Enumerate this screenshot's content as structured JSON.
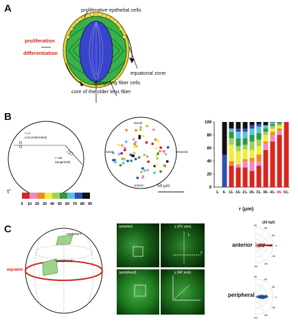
{
  "panel_a": {
    "letter": "A",
    "labels": {
      "epithelial": "proliferative epithelial  cells",
      "proliferation": "proliferation",
      "differentiation": "differentiation",
      "equatorial": "equatorial zone",
      "elongating": "elongating fiber cells",
      "core": "core of the older lens fiber"
    },
    "colors": {
      "red_label": "#d0281e",
      "outer_green": "#37b24a",
      "inner_blue": "#3a44c9",
      "epithelium_yellow": "#e8d33a"
    }
  },
  "panel_b": {
    "letter": "B",
    "schematic": {
      "circ_label": "τ'=0",
      "circ_sub": "(circumferential)",
      "tang_label": "τ'=90",
      "tang_sub": "(tangential)"
    },
    "map": {
      "dorsal": "dorsal",
      "ventral": "ventral",
      "nasal": "nasal",
      "temporal": "temporal",
      "scalebar": "50 μm"
    },
    "colorbar": {
      "title": "τ'",
      "ticks": [
        "0",
        "10",
        "20",
        "30",
        "40",
        "50",
        "60",
        "70",
        "80",
        "90"
      ],
      "colors": [
        "#d6261f",
        "#ec8bc0",
        "#f08a24",
        "#f2ee3a",
        "#9fd15a",
        "#2e9a3f",
        "#5bc0e8",
        "#2f4fb0",
        "#111111"
      ]
    }
  },
  "chart_data": {
    "type": "bar",
    "stacked": true,
    "xlabel": "r (μm)",
    "categories": [
      "1-",
      "6-",
      "11-",
      "16-",
      "21-",
      "26-",
      "31-",
      "36-",
      "41-",
      "46-",
      "51-"
    ],
    "highlight_category": "46-",
    "ylim": [
      0,
      100
    ],
    "yticks": [
      0,
      20,
      40,
      60,
      80,
      100
    ],
    "series": [
      {
        "color": "#d6261f",
        "values": [
          0,
          0,
          33,
          30,
          30,
          25,
          33,
          57,
          70,
          80,
          100
        ]
      },
      {
        "color": "#ec8bc0",
        "values": [
          0,
          0,
          0,
          5,
          10,
          15,
          7,
          10,
          10,
          6,
          0
        ]
      },
      {
        "color": "#f08a24",
        "values": [
          0,
          0,
          7,
          0,
          3,
          5,
          10,
          3,
          5,
          4,
          0
        ]
      },
      {
        "color": "#f2ee3a",
        "values": [
          0,
          0,
          25,
          20,
          15,
          12,
          13,
          10,
          5,
          4,
          0
        ]
      },
      {
        "color": "#9fd15a",
        "values": [
          0,
          0,
          10,
          8,
          7,
          13,
          10,
          5,
          4,
          3,
          0
        ]
      },
      {
        "color": "#2e9a3f",
        "values": [
          0,
          0,
          10,
          12,
          10,
          10,
          10,
          5,
          3,
          3,
          0
        ]
      },
      {
        "color": "#5bc0e8",
        "values": [
          0,
          0,
          5,
          10,
          10,
          10,
          10,
          5,
          2,
          0,
          0
        ]
      },
      {
        "color": "#2f4fb0",
        "values": [
          0,
          50,
          0,
          5,
          5,
          5,
          4,
          0,
          1,
          0,
          0
        ]
      },
      {
        "color": "#111111",
        "values": [
          0,
          50,
          10,
          10,
          10,
          5,
          3,
          5,
          0,
          0,
          0
        ]
      }
    ]
  },
  "panel_c": {
    "letter": "C",
    "sphere": {
      "anterior": "<anterior>",
      "peripheral": "<peripheral>",
      "equator": "equator"
    },
    "micro": {
      "anterior_tag": "(anterior)",
      "peripheral_tag": "(peripheral)",
      "dv_axis": "y (DV axis)",
      "ap_axis": "y (AP axis)",
      "l_label": "L",
      "x_label": "x"
    },
    "rose": {
      "title": "(26 hpf)",
      "anterior_label": "anterior",
      "peripheral_label": "peripheral",
      "angle_labels_top": [
        "90",
        "60",
        "30",
        "0",
        "-30",
        "-60",
        "-90"
      ],
      "angle_labels_bottom": [
        "90",
        "60",
        "30",
        "0",
        "-30",
        "-60",
        "-90"
      ],
      "anterior_color": "#8b2a2a",
      "peripheral_color": "#1f4f8f"
    }
  }
}
